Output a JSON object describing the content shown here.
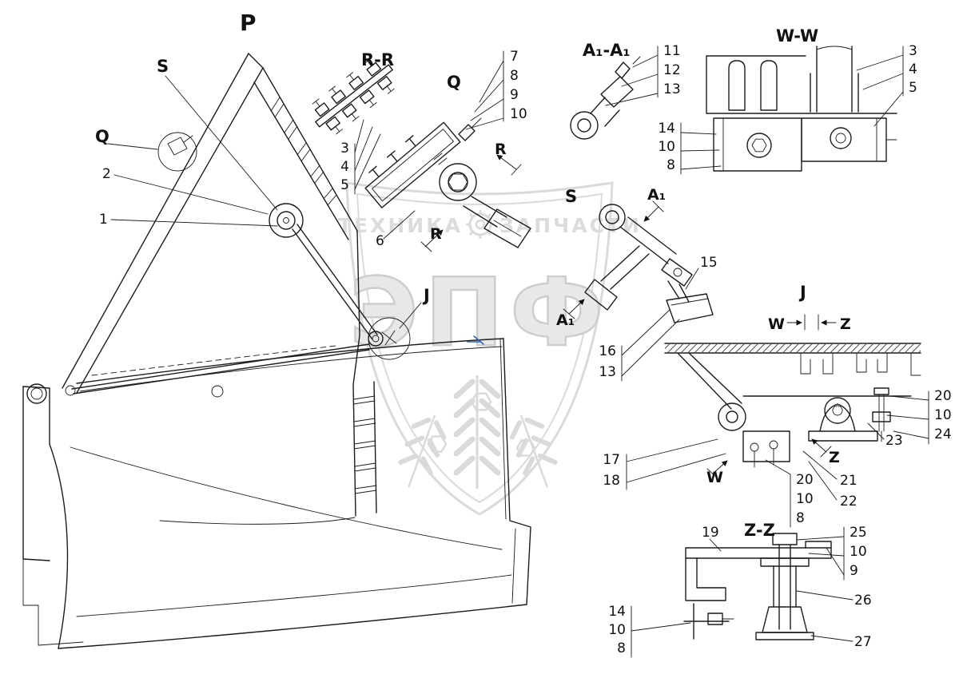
{
  "watermark": {
    "left": "ТЕХНИКА",
    "right": "ЗАПЧАСТИ",
    "brand": "ЭПФ",
    "color": "#bdbdbd"
  },
  "view_labels": {
    "p": "P",
    "s_top": "S",
    "q_left": "Q",
    "rr": "R-R",
    "q_detail": "Q",
    "a1a1": "A₁-A₁",
    "ww": "W-W",
    "s_detail": "S",
    "j_main": "J",
    "j_detail": "J",
    "zz": "Z-Z"
  },
  "arrow_labels": {
    "r_top": "R",
    "r_bottom": "R",
    "a1_upper": "A₁",
    "a1_lower": "A₁",
    "w_top": "W",
    "z_top": "Z",
    "z_mid": "Z",
    "w_mid": "W"
  },
  "callouts": {
    "main_1": "1",
    "main_2": "2",
    "q_stack": [
      "7",
      "8",
      "9",
      "10"
    ],
    "a1_stack": [
      "11",
      "12",
      "13"
    ],
    "ww_right_stack": [
      "3",
      "4",
      "5"
    ],
    "ww_left_stack": [
      "14",
      "10",
      "8"
    ],
    "rr_stack": [
      "3",
      "4",
      "5"
    ],
    "q_6": "6",
    "s_15": "15",
    "s_stack": [
      "16",
      "13"
    ],
    "j_right_stack": [
      "20",
      "10",
      "24"
    ],
    "j_23": "23",
    "j_21": "21",
    "j_22": "22",
    "j_left_stack": [
      "17",
      "18"
    ],
    "j_bottom_stack": [
      "20",
      "10",
      "8"
    ],
    "zz_19": "19",
    "zz_top_stack": [
      "25",
      "10",
      "9"
    ],
    "zz_26": "26",
    "zz_27": "27",
    "zz_left_stack": [
      "14",
      "10",
      "8"
    ]
  }
}
